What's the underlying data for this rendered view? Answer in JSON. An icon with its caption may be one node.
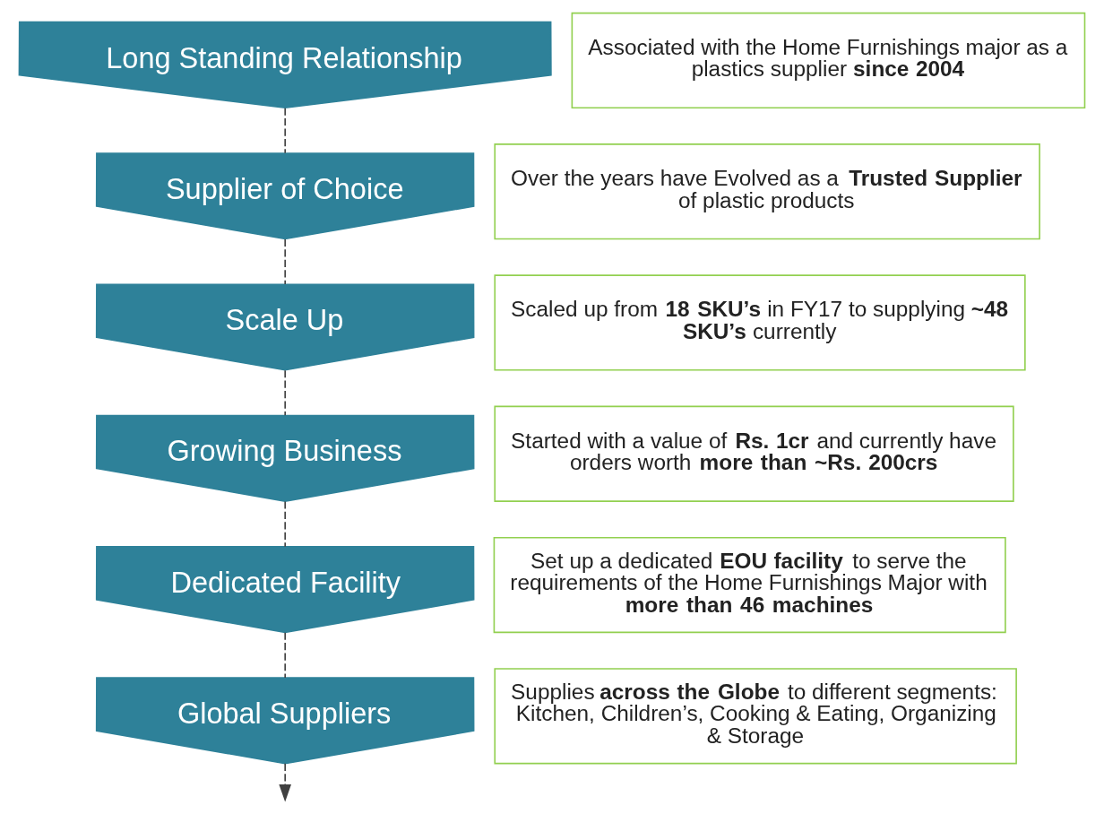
{
  "diagram": {
    "nodes": [
      {
        "text": [
          "Long Standing Relationship"
        ]
      },
      {
        "text": [
          "Associated with the Home Furnishings major as a plastics supplier **since 2004**"
        ]
      },
      {
        "text": [
          "Supplier of Choice"
        ]
      },
      {
        "text": [
          "Over the years have Evolved as a **Trusted Supplier** of plastic products"
        ]
      },
      {
        "text": [
          "Scale Up"
        ]
      },
      {
        "text": [
          "Scaled up from **18 SKU’s** in FY17 to supplying **~48 SKU’s** currently"
        ]
      },
      {
        "text": [
          "Growing Business"
        ]
      },
      {
        "text": [
          "Started with a value of **Rs. 1cr** and currently have orders worth **more than ~Rs. 200crs**"
        ]
      },
      {
        "text": [
          "Dedicated Facility"
        ]
      },
      {
        "text": [
          "Set up a dedicated **EOU facility** to serve the requirements of the Home Furnishings Major with **more than 46 machines**"
        ]
      },
      {
        "text": [
          "Global Suppliers"
        ]
      },
      {
        "text": [
          "Supplies **across the Globe** to different segments: Kitchen, Children’s, Cooking & Eating, Organizing & Storage"
        ]
      }
    ],
    "edges": [
      {
        "from": 0,
        "to": 2,
        "arrow": "none",
        "style": "dashed"
      },
      {
        "from": 2,
        "to": 4,
        "arrow": "none",
        "style": "dashed"
      },
      {
        "from": 4,
        "to": 6,
        "arrow": "none",
        "style": "dashed"
      },
      {
        "from": 6,
        "to": 8,
        "arrow": "none",
        "style": "dashed"
      },
      {
        "from": 8,
        "to": 10,
        "arrow": "none",
        "style": "dashed"
      },
      {
        "from": 10,
        "to": null,
        "arrow": "to",
        "style": "dashed"
      }
    ]
  }
}
